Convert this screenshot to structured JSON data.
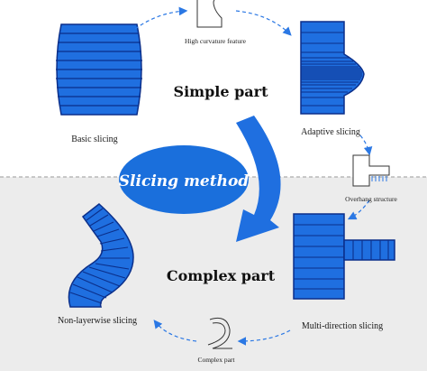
{
  "diagram": {
    "center_label": "Slicing method",
    "sections": {
      "top": "Simple part",
      "bottom": "Complex part"
    },
    "labels": {
      "basic": "Basic slicing",
      "high_curvature": "High curvature feature",
      "adaptive": "Adaptive slicing",
      "overhang": "Overhang structure",
      "multi_direction": "Multi-direction slicing",
      "complex_part": "Complex part",
      "non_layerwise": "Non-layerwise slicing"
    },
    "colors": {
      "slice_fill": "#1f6fe0",
      "slice_dark": "#0b2f8a",
      "ellipse": "#1a6fdc",
      "arrow": "#1f6fe0",
      "bottom_band": "#ececec"
    }
  }
}
